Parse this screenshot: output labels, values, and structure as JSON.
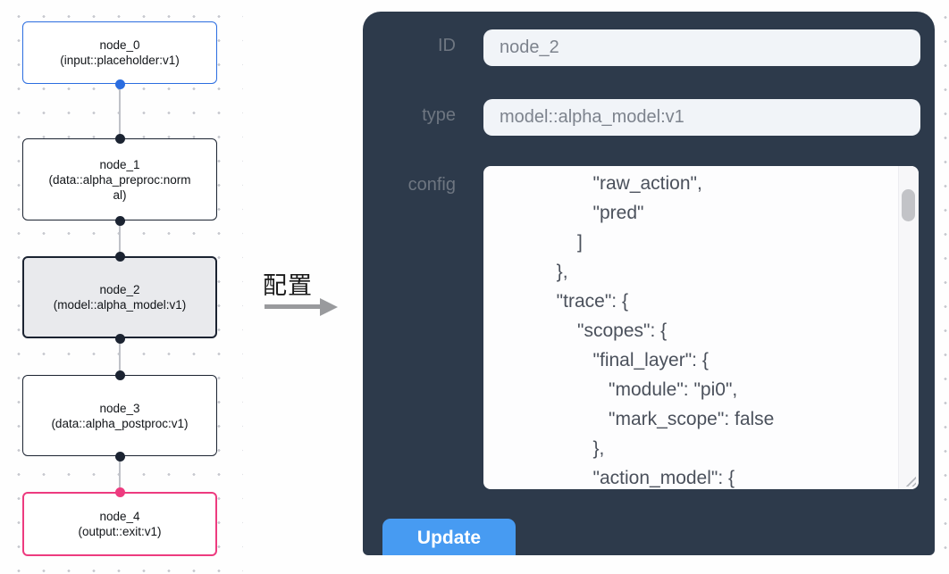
{
  "flow": {
    "nodes": [
      {
        "title": "node_0",
        "subtitle": "(input::placeholder:v1)",
        "kind": "input",
        "border_color": "#2b6de0"
      },
      {
        "title": "node_1",
        "subtitle": "(data::alpha_preproc:normal)",
        "kind": "data",
        "border_color": "#1b2331"
      },
      {
        "title": "node_2",
        "subtitle": "(model::alpha_model:v1)",
        "kind": "model",
        "border_color": "#1b2331",
        "selected": true
      },
      {
        "title": "node_3",
        "subtitle": "(data::alpha_postproc:v1)",
        "kind": "data",
        "border_color": "#1b2331"
      },
      {
        "title": "node_4",
        "subtitle": "(output::exit:v1)",
        "kind": "output",
        "border_color": "#ed3b7f"
      }
    ]
  },
  "annotation": {
    "label": "配置"
  },
  "panel": {
    "id_field": {
      "label": "ID",
      "value": "node_2"
    },
    "type_field": {
      "label": "type",
      "value": "model::alpha_model:v1"
    },
    "config_field": {
      "label": "config",
      "value": "                     \"raw_action\",\n                     \"pred\"\n                  ]\n              },\n              \"trace\": {\n                  \"scopes\": {\n                     \"final_layer\": {\n                        \"module\": \"pi0\",\n                        \"mark_scope\": false\n                     },\n                     \"action_model\": {"
    },
    "update_button_label": "Update"
  },
  "colors": {
    "panel_background": "#2d3a4b",
    "button_blue": "#479bf2",
    "input_node_blue": "#2b6de0",
    "output_node_pink": "#ed3b7f",
    "selected_node_background": "#e9eaed",
    "edge_gray": "#bfc2c8",
    "field_background": "#f1f4f8"
  }
}
